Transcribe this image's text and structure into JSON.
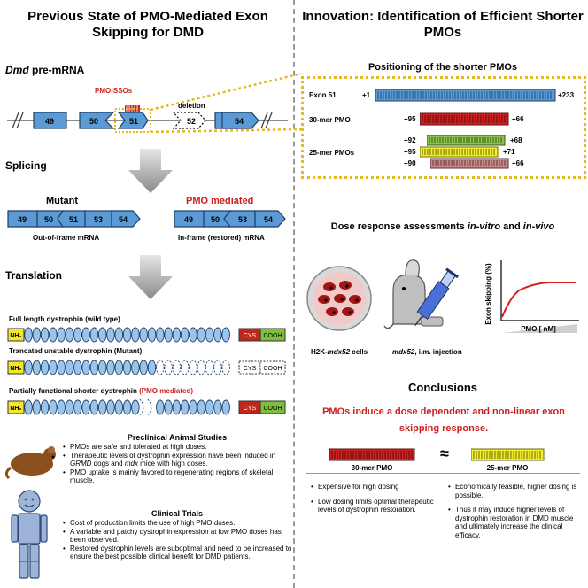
{
  "left": {
    "title": "Previous State of PMO-Mediated Exon Skipping for DMD",
    "gene_label_italic": "Dmd",
    "gene_label_rest": " pre-mRNA",
    "pmo_ssos_label": "PMO-SSOs",
    "deletion_label": "deletion",
    "exons": [
      "49",
      "50",
      "51",
      "52",
      "53",
      "54"
    ],
    "splicing_label": "Splicing",
    "mutant_label": "Mutant",
    "pmo_mediated_label": "PMO mediated",
    "mutant_exons": [
      "49",
      "50",
      "51",
      "53",
      "54"
    ],
    "pmo_exons": [
      "49",
      "50",
      "53",
      "54"
    ],
    "out_of_frame_label": "Out-of-frame mRNA",
    "in_frame_label": "In-frame (restored) mRNA",
    "translation_label": "Translation",
    "proteins": {
      "full_label": "Full length dystrophin (wild type)",
      "truncated_label": "Trancated unstable dystrophin (Mutant)",
      "partial_label_main": "Partially functional shorter dystrophin ",
      "partial_label_red": "(PMO mediated)",
      "nh2": "NH₂",
      "cys": "CYS",
      "cooh": "COOH"
    },
    "preclinical": {
      "title": "Preclinical  Animal Studies",
      "b1": "PMOs are safe and tolerated at high doses.",
      "b2_a": "Therapeutic levels of dystrophin expression have been induced in ",
      "b2_i1": "GRMD",
      "b2_b": " dogs and ",
      "b2_i2": "mdx",
      "b2_c": " mice with high doses.",
      "b3": "PMO uptake is mainly favored to regenerating regions of skeletal muscle."
    },
    "clinical": {
      "title": "Clinical Trials",
      "items": [
        "Cost of production limits the use of high PMO doses.",
        "A variable and patchy dystrophin expression at low PMO doses has been observed.",
        "Restored dystrophin levels are suboptimal and need to be increased to ensure the best possible clinical benefit for DMD patients."
      ]
    }
  },
  "right": {
    "title": "Innovation: Identification of Efficient Shorter PMOs",
    "positioning_title": "Positioning of the shorter PMOs",
    "exon51_label": "Exon 51",
    "exon51_start": "+1",
    "exon51_end": "+233",
    "pmo30_label": "30-mer PMO",
    "pmo30_start": "+95",
    "pmo30_end": "+66",
    "pmo25_label": "25-mer PMOs",
    "pmo25_rows": [
      {
        "start": "+92",
        "end": "+68",
        "color": "#8bc34a"
      },
      {
        "start": "+95",
        "end": "+71",
        "color": "#f2ee2a"
      },
      {
        "start": "+90",
        "end": "+66",
        "color": "#c98a8a"
      }
    ],
    "dose_title_a": "Dose response assessments ",
    "dose_title_i1": "in-vitro",
    "dose_title_b": " and ",
    "dose_title_i2": "in-vivo",
    "cells_label_a": "H2K-",
    "cells_label_i": "mdx52",
    "cells_label_b": " cells",
    "mouse_label_i": "mdx52",
    "mouse_label_b": ", i.m. injection",
    "chart": {
      "ylabel": "Exon skipping (%)",
      "xlabel": "PMO [ nM]"
    },
    "conclusions_title": "Conclusions",
    "conclusion_red": "PMOs induce a dose dependent and non-linear exon skipping response.",
    "approx": "≈",
    "bar30_label": "30-mer PMO",
    "bar25_label": "25-mer PMO",
    "left_points": [
      "Expensive for high dosing",
      "Low dosing limits optimal therapeutic levels of dystrophin restoration."
    ],
    "right_points": [
      "Economically feasible, higher dosing is possible.",
      "Thus it may induce higher levels of dystrophin restoration in DMD muscle and ultimately increase the clinical efficacy."
    ]
  },
  "colors": {
    "exon_blue": "#5b9bd5",
    "exon_stroke": "#1f3f66",
    "pmo_red": "#d32020",
    "cys_red": "#c0281e",
    "cooh_green": "#7cbf3a",
    "nh2_yellow": "#f4e82a",
    "dotted_gold": "#e7b71f"
  }
}
